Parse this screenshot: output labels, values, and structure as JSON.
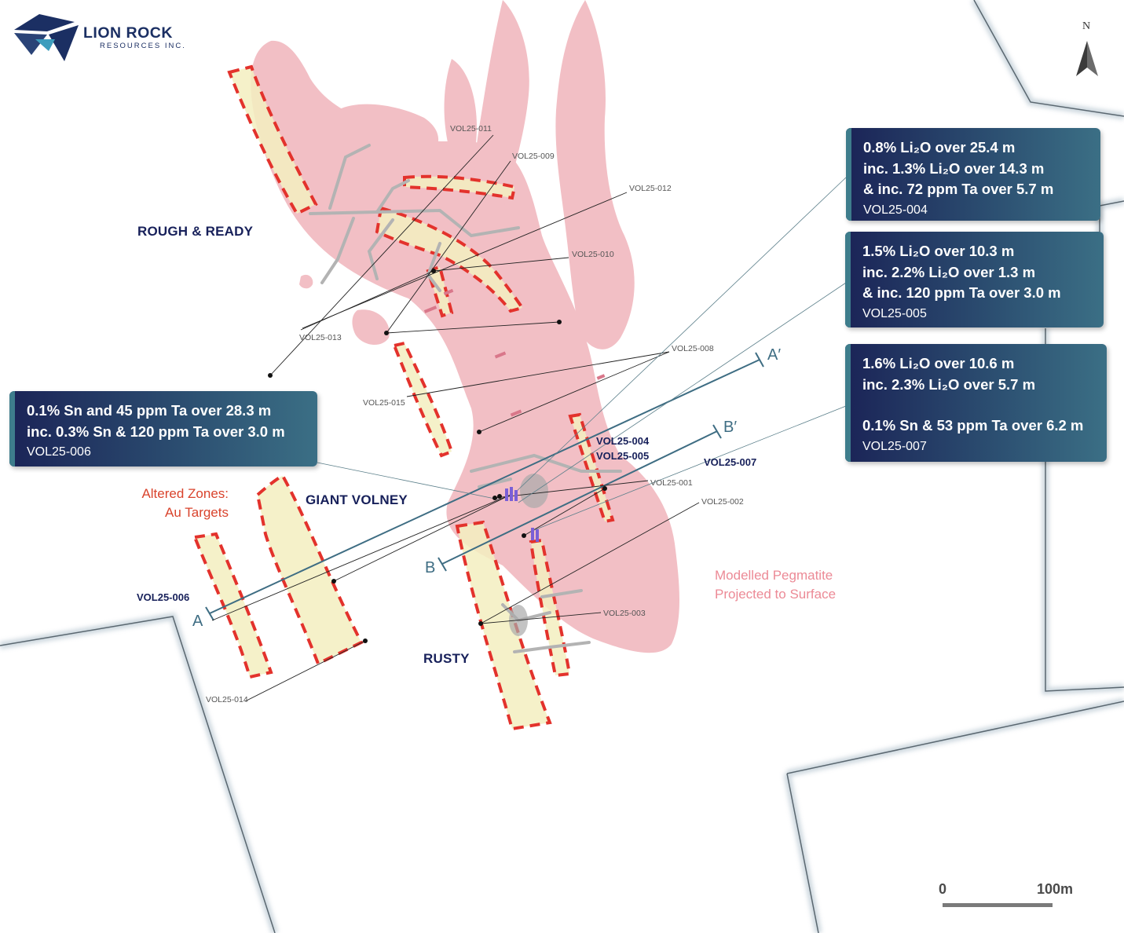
{
  "company": {
    "name": "LION ROCK",
    "subtitle": "RESOURCES INC."
  },
  "north_arrow": {
    "label": "N"
  },
  "zones": {
    "rough_ready": "ROUGH & READY",
    "giant_volney": "GIANT VOLNEY",
    "rusty": "RUSTY"
  },
  "legend": {
    "altered_line1": "Altered Zones:",
    "altered_line2": "Au Targets",
    "pegmatite_line1": "Modelled Pegmatite",
    "pegmatite_line2": "Projected to Surface"
  },
  "sections": {
    "a": "A",
    "a_prime": "A′",
    "b": "B",
    "b_prime": "B′"
  },
  "drill_holes": {
    "h001": "VOL25-001",
    "h002": "VOL25-002",
    "h003": "VOL25-003",
    "h004": "VOL25-004",
    "h005": "VOL25-005",
    "h006": "VOL25-006",
    "h007": "VOL25-007",
    "h008": "VOL25-008",
    "h009": "VOL25-009",
    "h010": "VOL25-010",
    "h011": "VOL25-011",
    "h012": "VOL25-012",
    "h013": "VOL25-013",
    "h014": "VOL25-014",
    "h015": "VOL25-015"
  },
  "callouts": {
    "c004": {
      "lines": [
        "0.8% Li₂O over 25.4 m",
        "inc. 1.3% Li₂O over 14.3 m",
        "& inc. 72 ppm Ta over 5.7 m"
      ],
      "hole": "VOL25-004"
    },
    "c005": {
      "lines": [
        "1.5% Li₂O over 10.3 m",
        "inc. 2.2% Li₂O over 1.3 m",
        "& inc. 120 ppm Ta over 3.0 m"
      ],
      "hole": "VOL25-005"
    },
    "c007": {
      "lines": [
        "1.6% Li₂O over 10.6 m",
        "inc. 2.3% Li₂O over 5.7 m",
        "0.1% Sn & 53 ppm Ta over 6.2 m"
      ],
      "hole": "VOL25-007"
    },
    "c006": {
      "lines": [
        "0.1% Sn and 45 ppm Ta over 28.3 m",
        "inc. 0.3% Sn & 120 ppm Ta over 3.0 m"
      ],
      "hole": "VOL25-006"
    }
  },
  "scale_bar": {
    "start": "0",
    "end": "100m"
  },
  "colors": {
    "pegmatite": "#f2bfc5",
    "altered_fill": "#f3efc0",
    "altered_outline": "#e3322c",
    "label_navy": "#17205a",
    "legend_red": "#d9432c",
    "legend_pink": "#ec8a96",
    "section_line": "#3e6d83",
    "callout_dark": "#1b2457",
    "callout_teal": "#3b6f85"
  }
}
